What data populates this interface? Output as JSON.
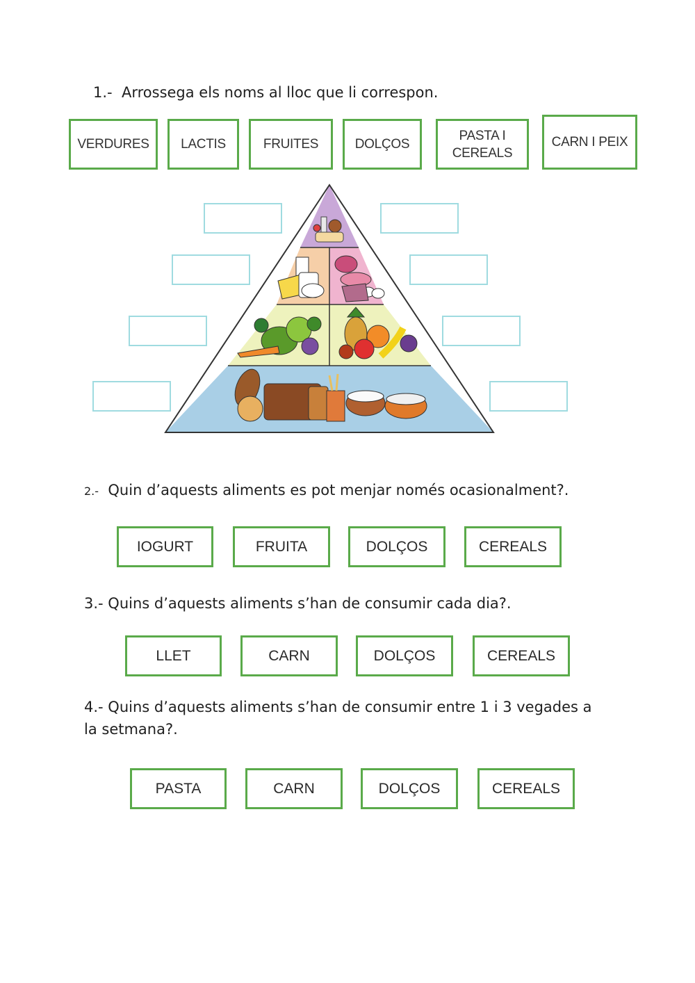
{
  "questions": {
    "q1": {
      "number": "1.-",
      "text": "Arrossega els noms al lloc que li correspon."
    },
    "q2": {
      "number": "2.-",
      "text": "Quin d’aquests aliments es pot menjar només ocasionalment?."
    },
    "q3": {
      "text": "3.- Quins d’aquests aliments s’han de consumir cada dia?."
    },
    "q4": {
      "line1": "4.- Quins d’aquests aliments s’han de consumir entre 1 i 3 vegades a",
      "line2": "la setmana?."
    }
  },
  "drag_labels": [
    "VERDURES",
    "LACTIS",
    "FRUITES",
    "DOLÇOS",
    [
      "PASTA I",
      "CEREALS"
    ],
    "CARN I PEIX"
  ],
  "q2_options": [
    "IOGURT",
    "FRUITA",
    "DOLÇOS",
    "CEREALS"
  ],
  "q3_options": [
    "LLET",
    "CARN",
    "DOLÇOS",
    "CEREALS"
  ],
  "q4_options": [
    "PASTA",
    "CARN",
    "DOLÇOS",
    "CEREALS"
  ],
  "colors": {
    "chip_border": "#5aaa4a",
    "dropzone_border": "#9fdbe0",
    "tier_top": "#c9a8d8",
    "tier_lactis": "#f6cfa8",
    "tier_meat": "#f0b4cf",
    "tier_veg_fruit": "#eef2bd",
    "tier_base": "#a9cfe6"
  }
}
